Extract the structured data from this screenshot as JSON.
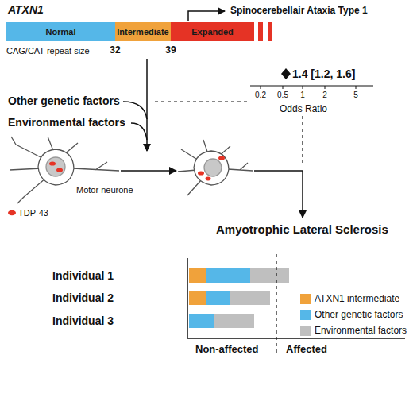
{
  "diagram": {
    "nodes": [
      {
        "text": [
          "Normal"
        ]
      },
      {
        "text": [
          "Intermediate"
        ]
      },
      {
        "text": [
          "Expanded"
        ]
      }
    ],
    "labels": [
      "ATXN1",
      "Spinocerebellair Ataxia Type 1",
      "CAG/CAT repeat size",
      "32",
      "39",
      "Other genetic factors",
      "Environmental factors",
      "1.4 [1.2, 1.6]",
      "0.2",
      "0.5",
      "1",
      "2",
      "5",
      "Odds Ratio",
      "Motor neurone",
      "Amyotrophic Lateral Sclerosis",
      "Individual 1",
      "Individual 2",
      "Individual 3",
      "Non-affected",
      "Affected"
    ],
    "legend": [
      {
        "text": "TDP-43"
      },
      {
        "text": "ATXN1 intermediate",
        "color": "#f0a23b"
      },
      {
        "text": "Other genetic factors",
        "color": "#55b7e8"
      },
      {
        "text": "Environmental factors",
        "color": "#bfbfbf"
      }
    ]
  }
}
